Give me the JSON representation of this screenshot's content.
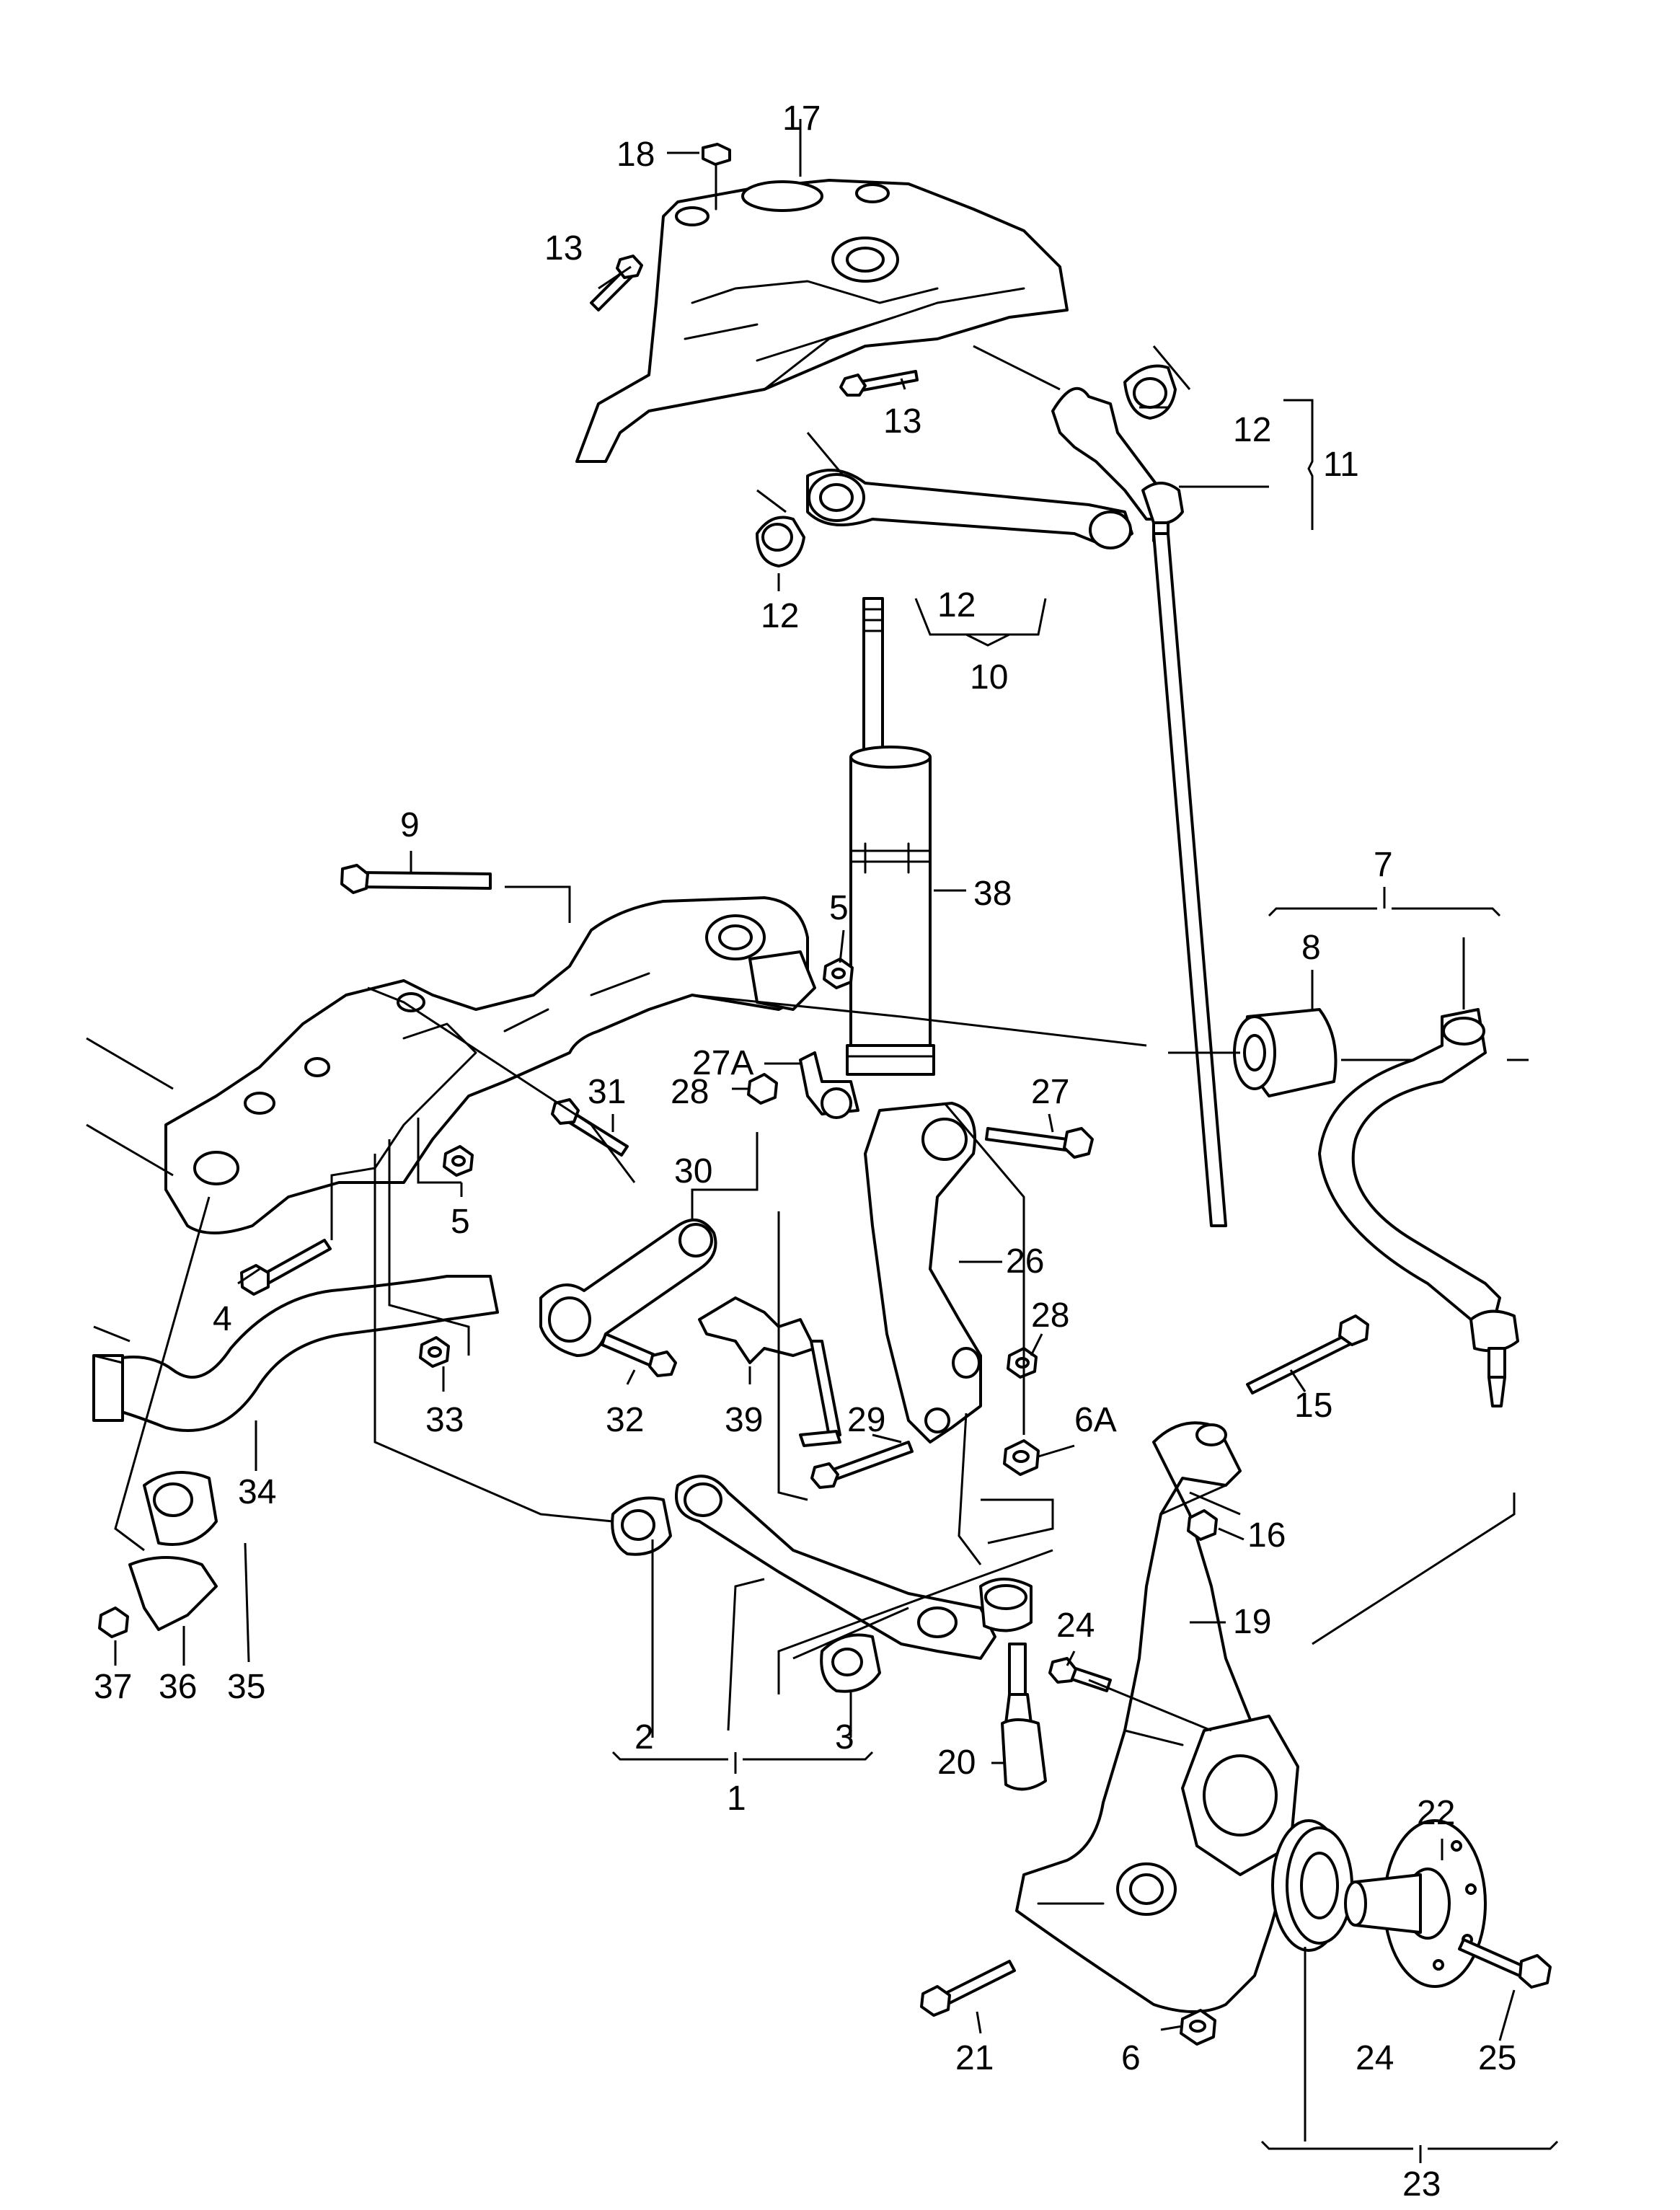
{
  "callouts": {
    "c1": "1",
    "c2": "2",
    "c3": "3",
    "c4": "4",
    "c5a": "5",
    "c5b": "5",
    "c6": "6",
    "c6A": "6A",
    "c7": "7",
    "c8": "8",
    "c9": "9",
    "c10": "10",
    "c11": "11",
    "c12a": "12",
    "c12b": "12",
    "c12c": "12",
    "c13a": "13",
    "c13b": "13",
    "c15": "15",
    "c16": "16",
    "c17": "17",
    "c18": "18",
    "c19": "19",
    "c20": "20",
    "c21": "21",
    "c22": "22",
    "c23": "23",
    "c24a": "24",
    "c24b": "24",
    "c25": "25",
    "c26": "26",
    "c27": "27",
    "c27A": "27A",
    "c28a": "28",
    "c28b": "28",
    "c29": "29",
    "c30": "30",
    "c31": "31",
    "c32": "32",
    "c33": "33",
    "c34": "34",
    "c35": "35",
    "c36": "36",
    "c37": "37",
    "c38": "38",
    "c39": "39"
  }
}
